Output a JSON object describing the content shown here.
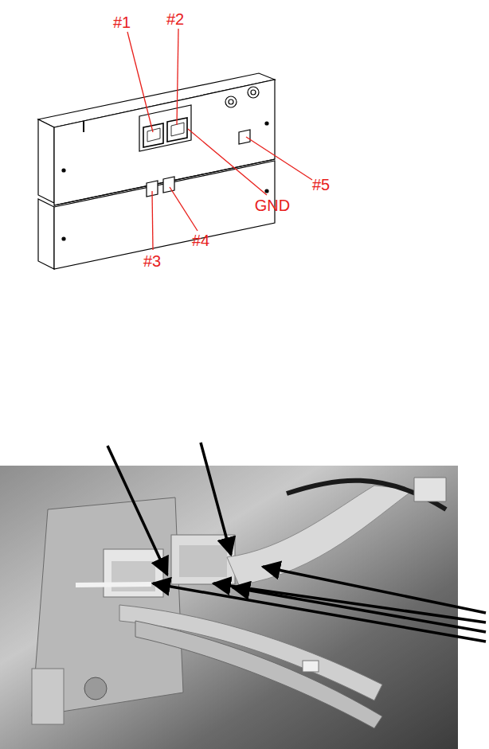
{
  "diagram": {
    "labels": [
      "#1",
      "#2",
      "GND",
      "#3",
      "#4",
      "#5"
    ]
  }
}
